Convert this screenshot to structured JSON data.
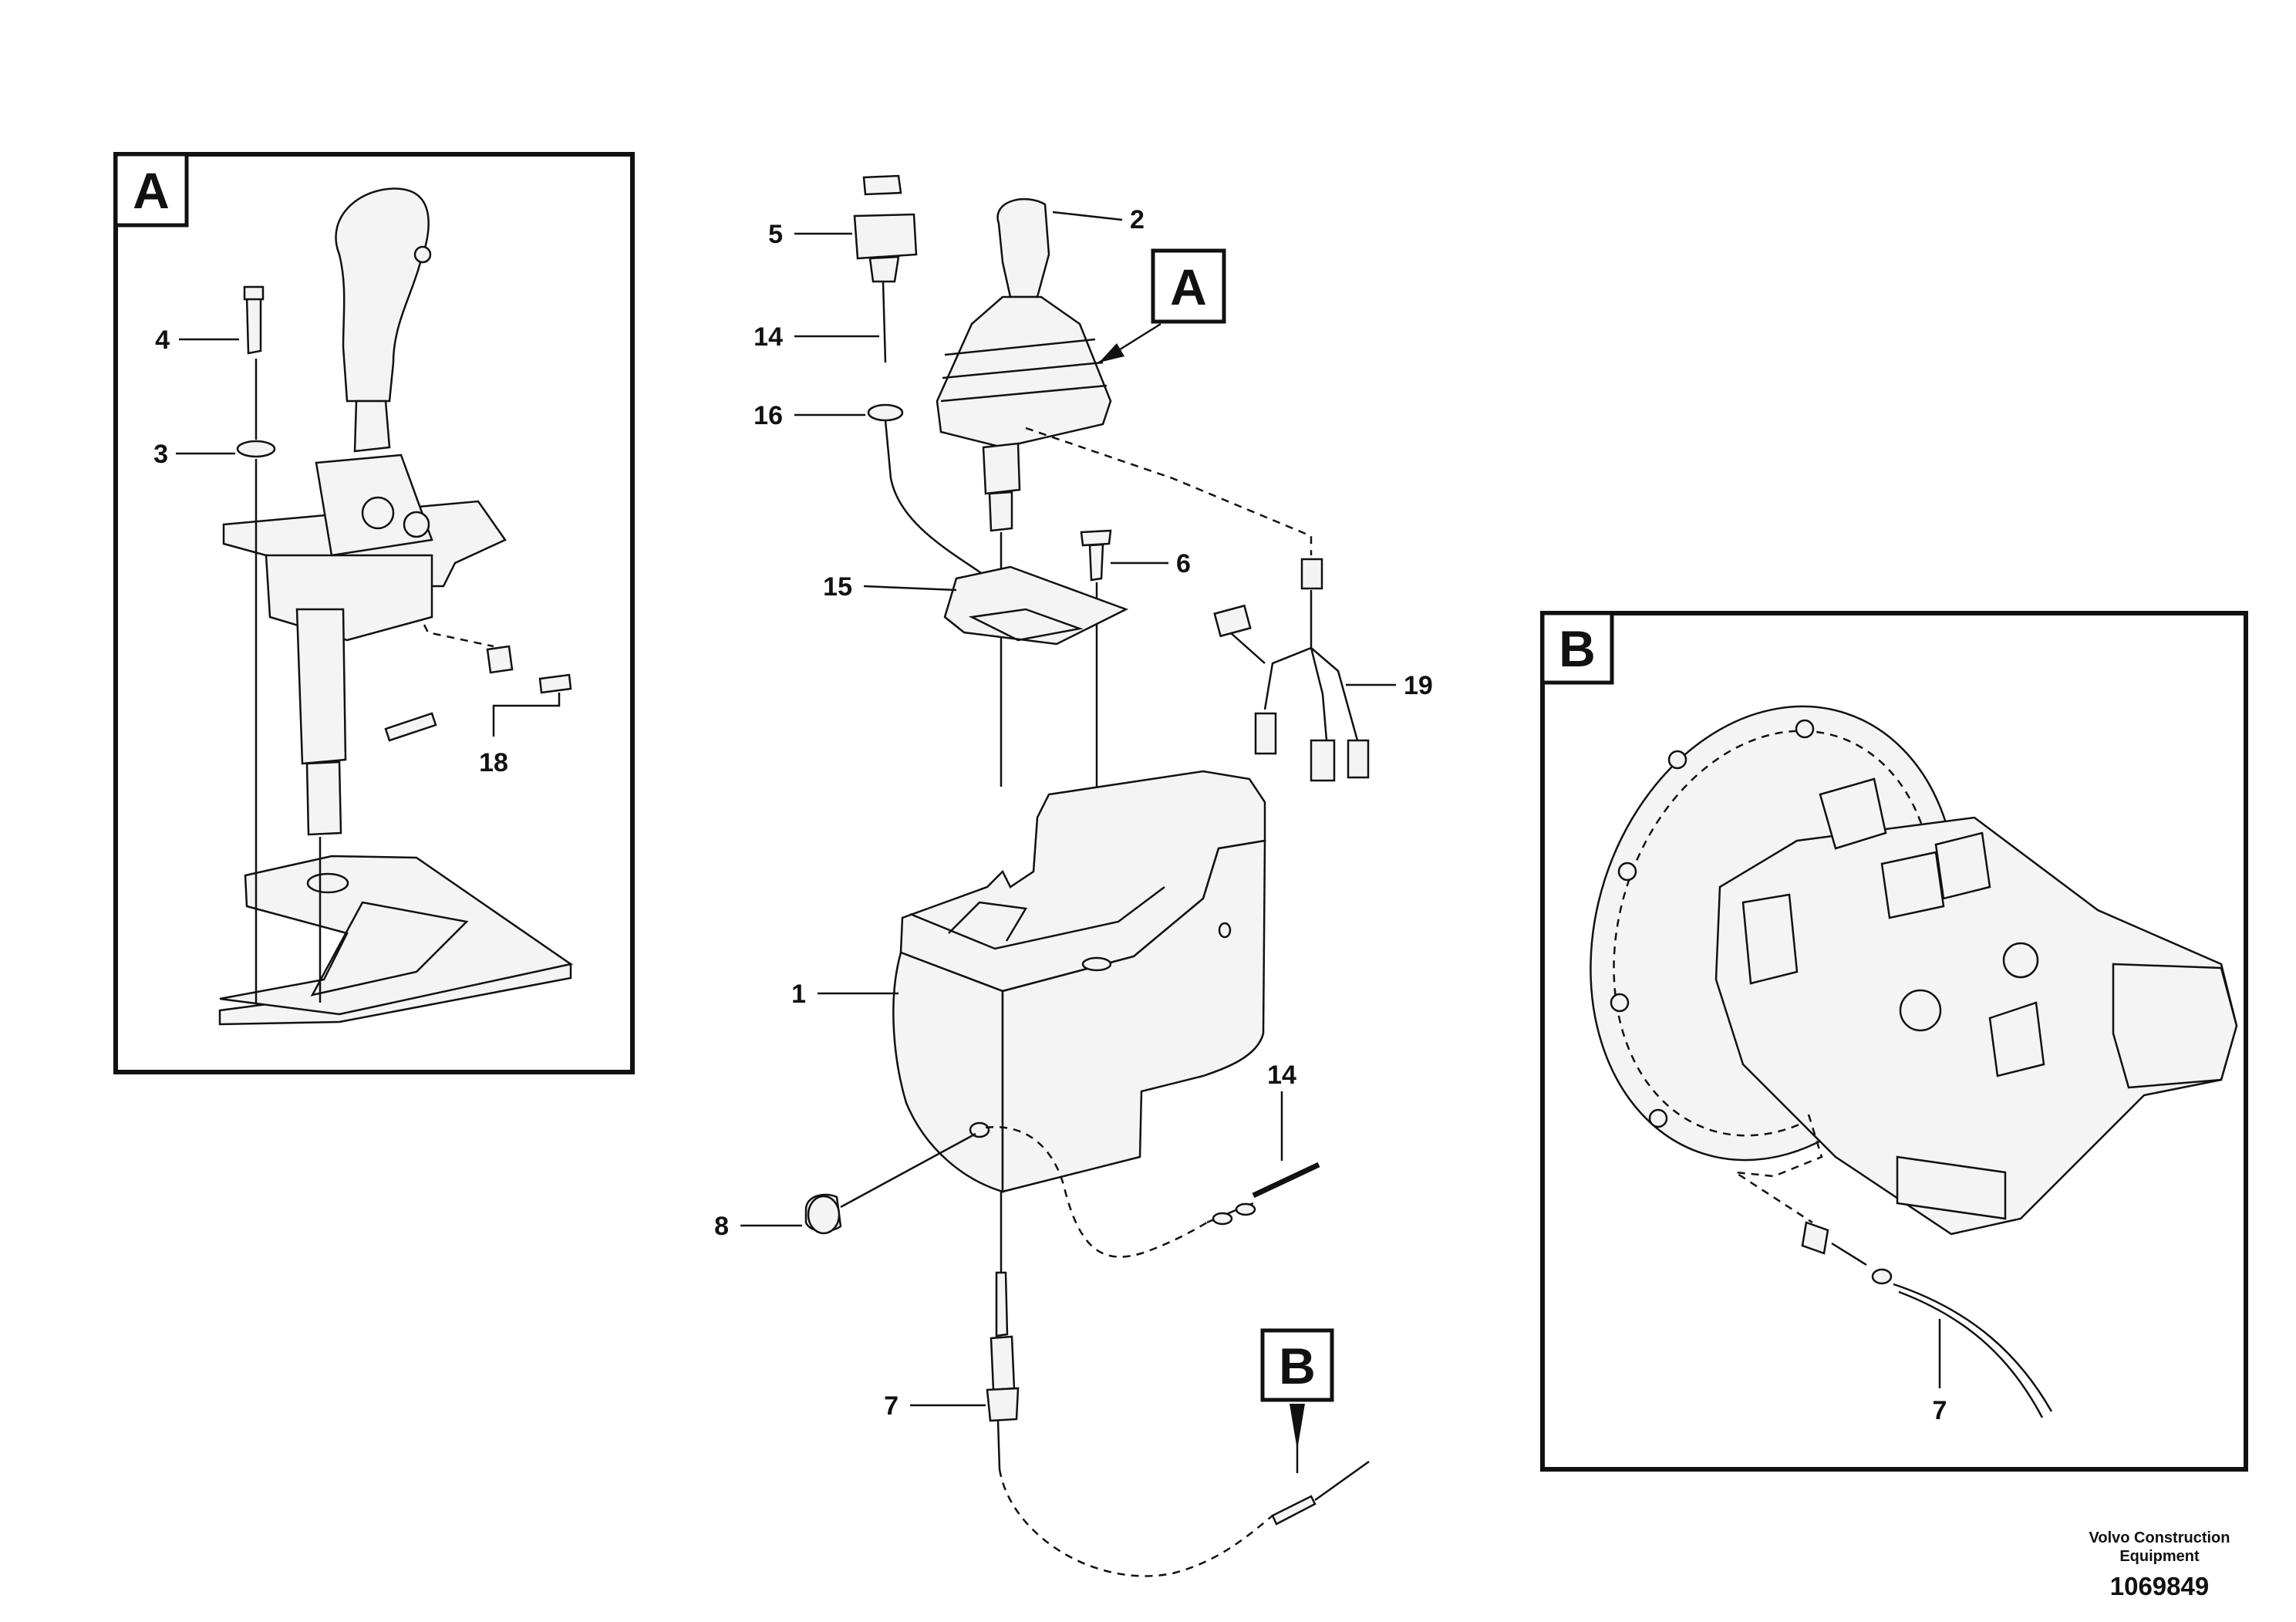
{
  "callouts": {
    "c1": "1",
    "c2": "2",
    "c3": "3",
    "c4": "4",
    "c5": "5",
    "c6": "6",
    "c7_main": "7",
    "c7_detail": "7",
    "c8": "8",
    "c14_top": "14",
    "c14_bottom": "14",
    "c15": "15",
    "c16": "16",
    "c18": "18",
    "c19": "19"
  },
  "detail_labels": {
    "a_frame": "A",
    "a_pointer": "A",
    "b_frame": "B",
    "b_pointer": "B"
  },
  "footer": {
    "brand_line1": "Volvo Construction",
    "brand_line2": "Equipment",
    "drawing_number": "1069849"
  }
}
